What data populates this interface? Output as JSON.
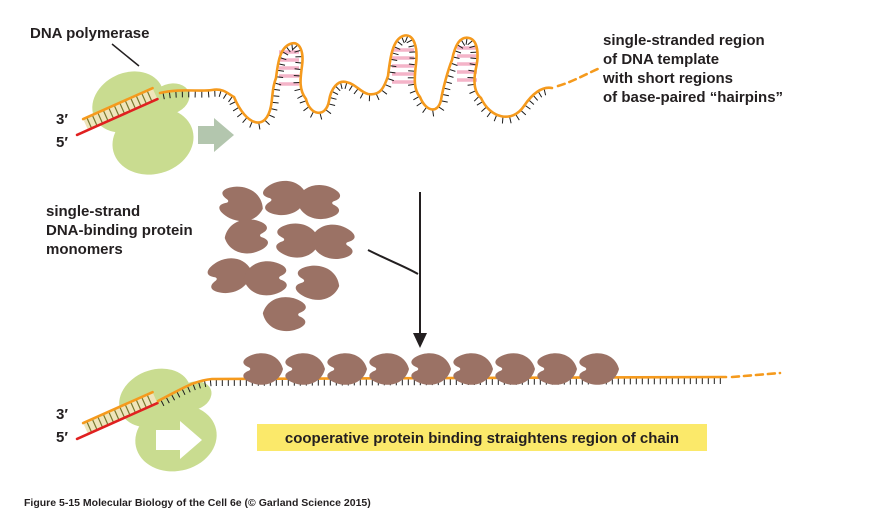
{
  "colors": {
    "strand_orange": "#f59a1d",
    "enzyme_green": "#c9dc90",
    "protein_brown": "#9b7265",
    "primer_red": "#e02020",
    "hairpin_pink": "#f4b4c8",
    "highlight_yellow": "#fbe96a",
    "arrow_sage": "#b3c6ae",
    "duplex_tan": "#efe5bb",
    "ink": "#231f20"
  },
  "figure": {
    "polymerase_label": "DNA polymerase",
    "template_note_lines": [
      "single-stranded region",
      "of DNA template",
      "with short regions",
      "of base-paired “hairpins”"
    ],
    "ssb_note_lines": [
      "single-strand",
      "DNA-binding protein",
      "monomers"
    ],
    "three_prime": "3′",
    "five_prime": "5′",
    "highlight_text": "cooperative protein binding straightens region of chain",
    "caption": "Figure 5-15 Molecular Biology of the Cell 6e (© Garland Science 2015)"
  }
}
